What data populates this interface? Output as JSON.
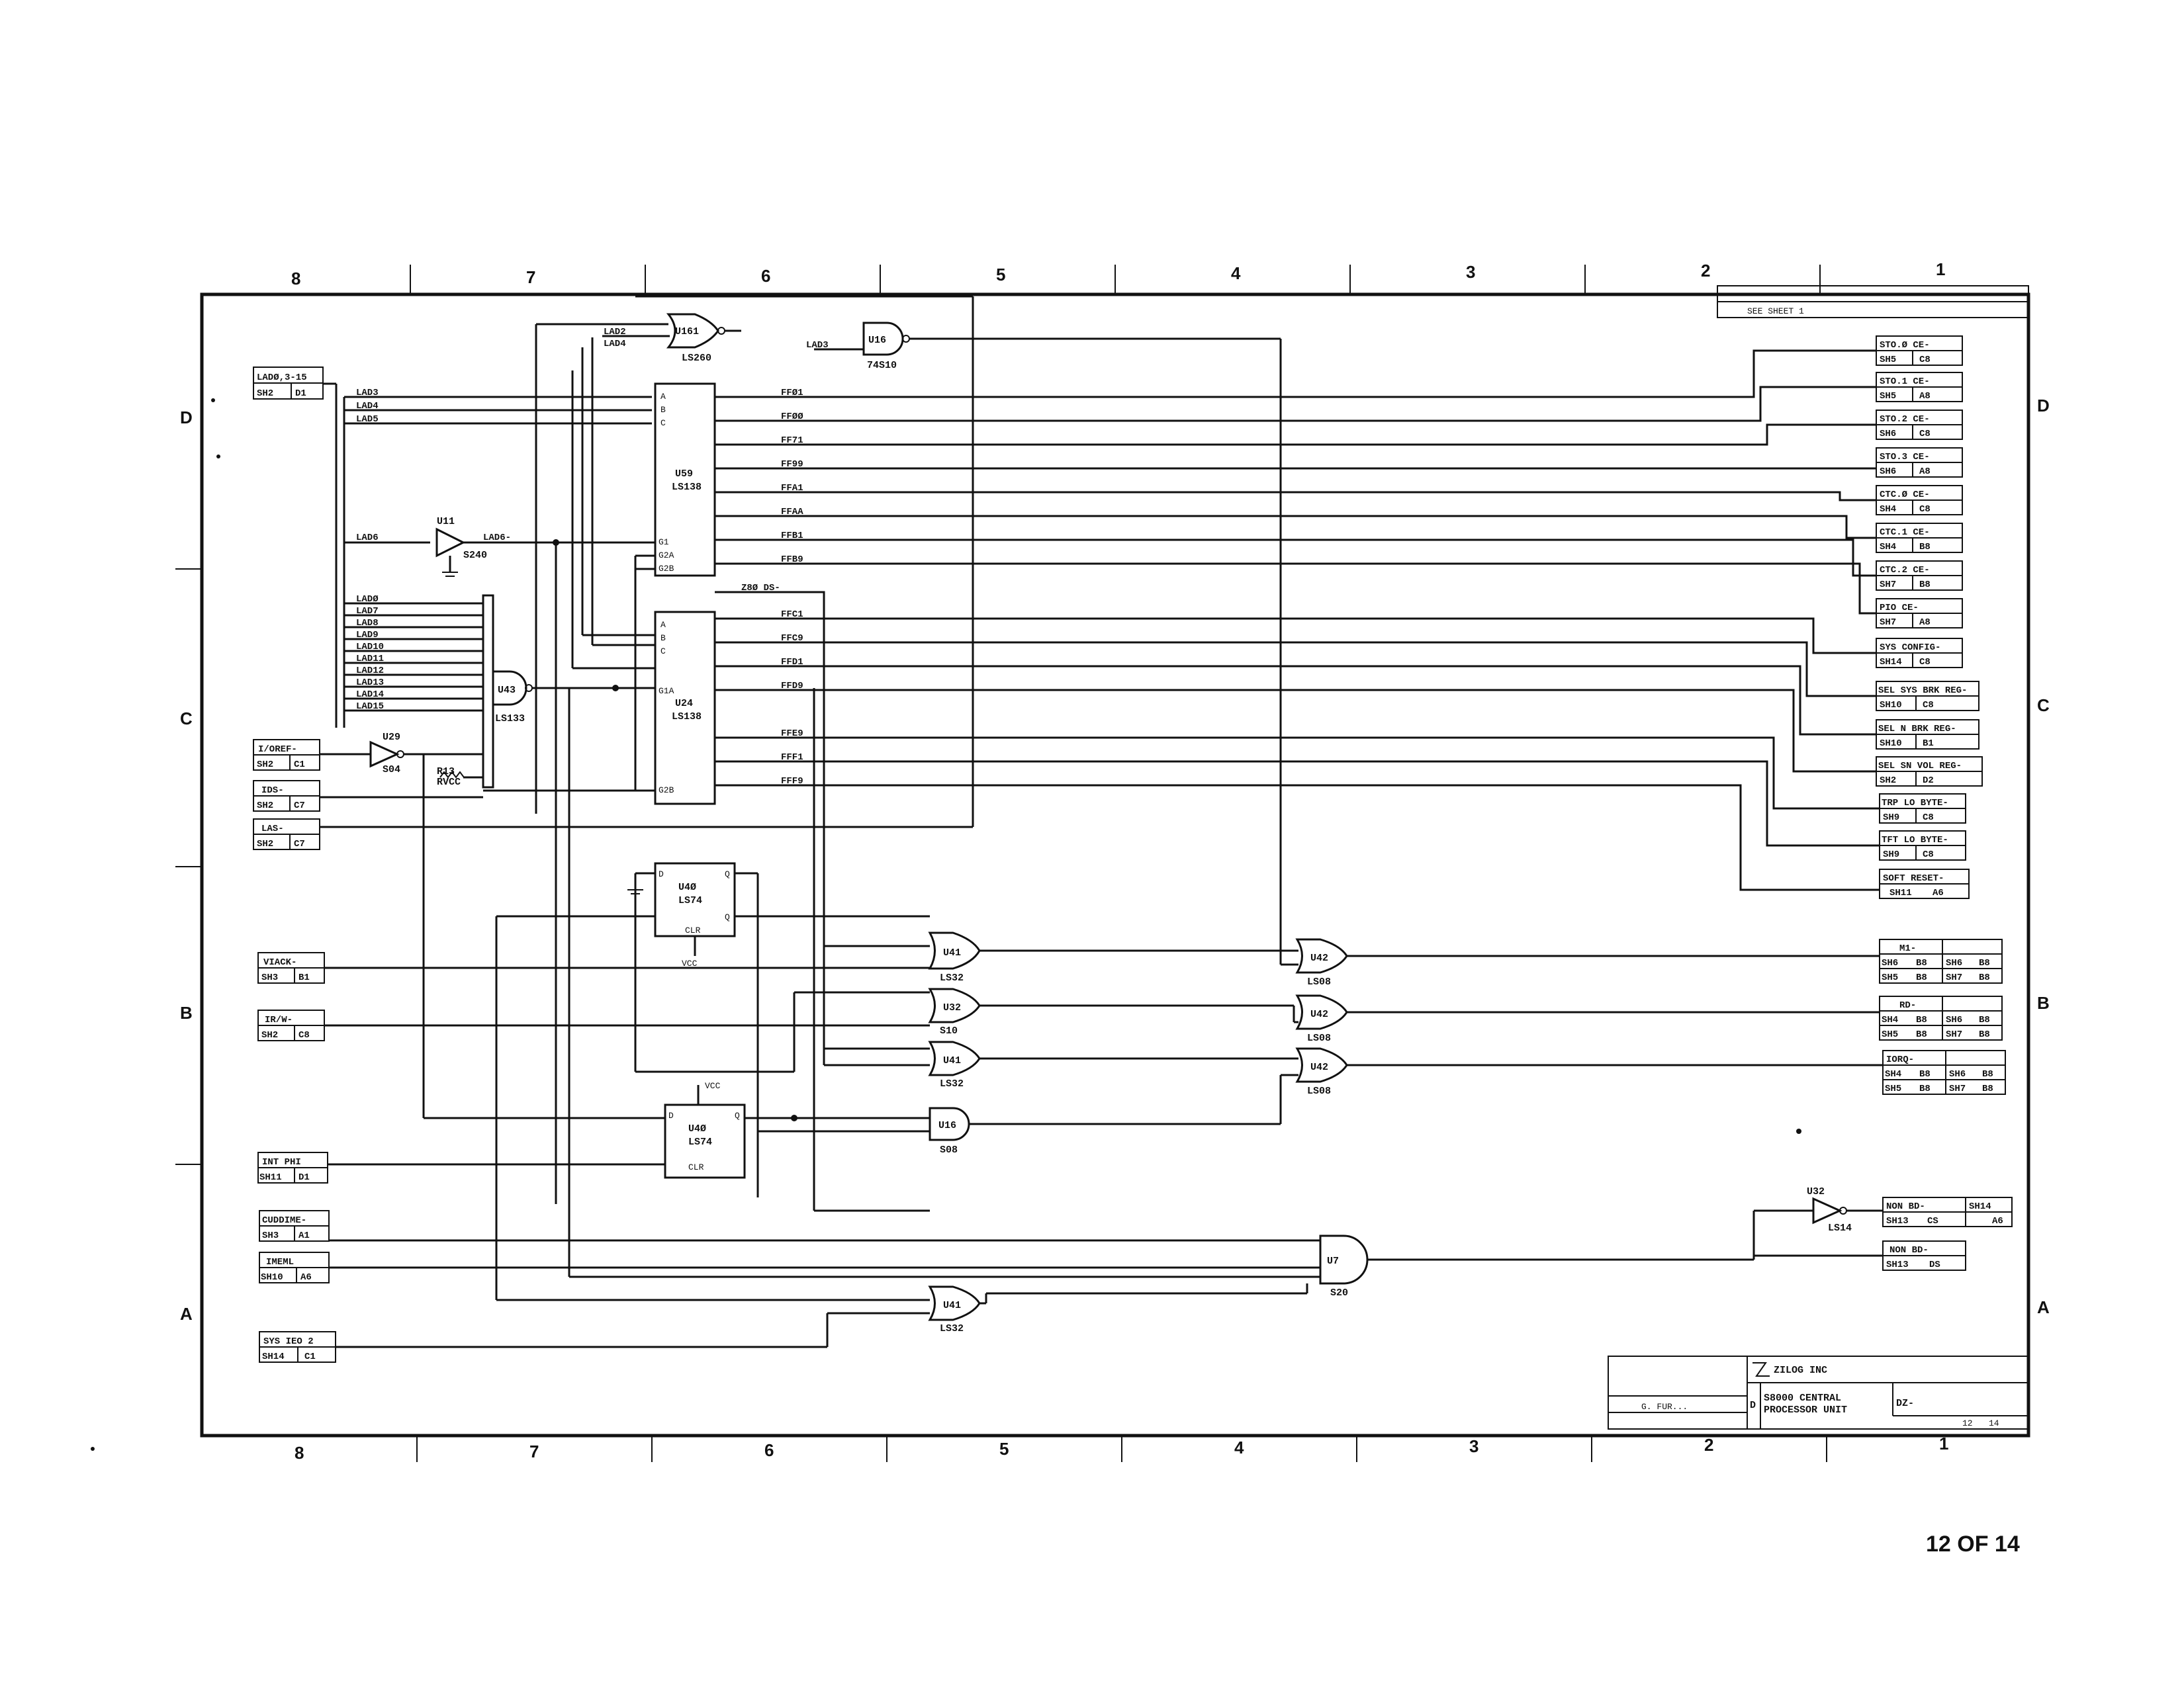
{
  "page": {
    "number": "12 OF 14"
  },
  "title_block": {
    "company": "ZILOG INC",
    "title_line1": "S8000 CENTRAL",
    "title_line2": "PROCESSOR UNIT",
    "size": "D",
    "dwg_prefix": "DZ-",
    "sheet": "12",
    "of": "14",
    "drawn": "G. FUR..."
  },
  "revision_block": {
    "label": "SEE SHEET 1"
  },
  "grid": {
    "columns": [
      "8",
      "7",
      "6",
      "5",
      "4",
      "3",
      "2",
      "1"
    ],
    "rows": [
      "D",
      "C",
      "B",
      "A"
    ]
  },
  "left_connectors": [
    {
      "name": "LADØ,3-15",
      "sheet": "SH2",
      "zone": "D1"
    },
    {
      "name": "I/OREF-",
      "sheet": "SH2",
      "zone": "C1"
    },
    {
      "name": "IDS-",
      "sheet": "SH2",
      "zone": "C7"
    },
    {
      "name": "LAS-",
      "sheet": "SH2",
      "zone": "C7"
    },
    {
      "name": "VIACK-",
      "sheet": "SH3",
      "zone": "B1"
    },
    {
      "name": "IR/W-",
      "sheet": "SH2",
      "zone": "C8"
    },
    {
      "name": "INT PHI",
      "sheet": "SH11",
      "zone": "D1"
    },
    {
      "name": "CUDDIME-",
      "sheet": "SH3",
      "zone": "A1"
    },
    {
      "name": "IMEML",
      "sheet": "SH10",
      "zone": "A6"
    },
    {
      "name": "SYS IEO 2",
      "sheet": "SH14",
      "zone": "C1"
    }
  ],
  "right_connectors": [
    {
      "name": "STO.Ø CE-",
      "sheet": "SH5",
      "zone": "C8"
    },
    {
      "name": "STO.1 CE-",
      "sheet": "SH5",
      "zone": "A8"
    },
    {
      "name": "STO.2 CE-",
      "sheet": "SH6",
      "zone": "C8"
    },
    {
      "name": "STO.3 CE-",
      "sheet": "SH6",
      "zone": "A8"
    },
    {
      "name": "CTC.Ø CE-",
      "sheet": "SH4",
      "zone": "C8"
    },
    {
      "name": "CTC.1 CE-",
      "sheet": "SH4",
      "zone": "B8"
    },
    {
      "name": "CTC.2 CE-",
      "sheet": "SH7",
      "zone": "B8"
    },
    {
      "name": "PIO CE-",
      "sheet": "SH7",
      "zone": "A8"
    },
    {
      "name": "SYS CONFIG-",
      "sheet": "SH14",
      "zone": "C8"
    },
    {
      "name": "SEL SYS BRK REG-",
      "sheet": "SH10",
      "zone": "C8"
    },
    {
      "name": "SEL N BRK REG-",
      "sheet": "SH10",
      "zone": "B1"
    },
    {
      "name": "SEL SN VOL REG-",
      "sheet": "SH2",
      "zone": "D2"
    },
    {
      "name": "TRP LO BYTE-",
      "sheet": "SH9",
      "zone": "C8"
    },
    {
      "name": "TFT LO BYTE-",
      "sheet": "SH9",
      "zone": "C8"
    },
    {
      "name": "SOFT RESET-",
      "sheet": "SH11",
      "zone": "A6"
    },
    {
      "name": "M1-",
      "sheet": "SH6",
      "zone": "B8",
      "sheet2": "SH5",
      "zone2": "B8",
      "sheet3": "SH6",
      "zone3": "B8",
      "sheet4": "SH7",
      "zone4": "B8"
    },
    {
      "name": "RD-",
      "sheet": "SH4",
      "zone": "B8",
      "sheet2": "SH5",
      "zone2": "B8",
      "sheet3": "SH6",
      "zone3": "B8",
      "sheet4": "SH7",
      "zone4": "B8"
    },
    {
      "name": "IORQ-",
      "sheet": "SH4",
      "zone": "B8",
      "sheet2": "SH5",
      "zone2": "B8",
      "sheet3": "SH6",
      "zone3": "B8",
      "sheet4": "SH7",
      "zone4": "B8"
    },
    {
      "name": "NON BD-",
      "sheet": "SH13",
      "zone": "CS",
      "sheet2": "SH14",
      "zone2": "A6"
    },
    {
      "name": "NON BD-",
      "sheet": "SH13",
      "zone": "DS"
    }
  ],
  "nets": {
    "lad_top": [
      "LAD3",
      "LAD4",
      "LAD5"
    ],
    "lad6": "LAD6",
    "lad6_out": "LAD6-",
    "lad_bus": [
      "LADØ",
      "LAD7",
      "LAD8",
      "LAD9",
      "LAD10",
      "LAD11",
      "LAD12",
      "LAD13",
      "LAD14",
      "LAD15"
    ],
    "u161_in": [
      "LAD2",
      "LAD4"
    ],
    "lad3_right": "LAD3",
    "zds": "Z8Ø DS-",
    "u59_out": [
      "FFØ1",
      "FFØØ",
      "FF71",
      "FF99",
      "FFA1",
      "FFAA",
      "FFB1",
      "FFB9"
    ],
    "u24_out": [
      "FFC1",
      "FFC9",
      "FFD1",
      "FFD9",
      "FFE9",
      "FFF1",
      "FFF9"
    ]
  },
  "components": {
    "u161": {
      "ref": "U161",
      "part": "LS260"
    },
    "u16_top": {
      "ref": "U16",
      "part": "74S10"
    },
    "u59": {
      "ref": "U59",
      "part": "LS138"
    },
    "u24": {
      "ref": "U24",
      "part": "LS138"
    },
    "u11": {
      "ref": "U11",
      "part": "S240"
    },
    "u43": {
      "ref": "U43",
      "part": "LS133"
    },
    "u29": {
      "ref": "U29",
      "part": "S04"
    },
    "r13": {
      "ref": "R13",
      "part": "RVCC"
    },
    "u40a": {
      "ref": "U4Ø",
      "part": "LS74"
    },
    "u40b": {
      "ref": "U4Ø",
      "part": "LS74"
    },
    "u41a": {
      "ref": "U41",
      "part": "LS32"
    },
    "u32g": {
      "ref": "U32",
      "part": "S10"
    },
    "u41b": {
      "ref": "U41",
      "part": "LS32"
    },
    "u16g": {
      "ref": "U16",
      "part": "S08"
    },
    "u42a": {
      "ref": "U42",
      "part": "LS08"
    },
    "u42b": {
      "ref": "U42",
      "part": "LS08"
    },
    "u42c": {
      "ref": "U42",
      "part": "LS08"
    },
    "u7": {
      "ref": "U7",
      "part": "S20"
    },
    "u41c": {
      "ref": "U41",
      "part": "LS32"
    },
    "u32": {
      "ref": "U32",
      "part": "LS14"
    }
  },
  "misc": {
    "vcc": "VCC"
  }
}
